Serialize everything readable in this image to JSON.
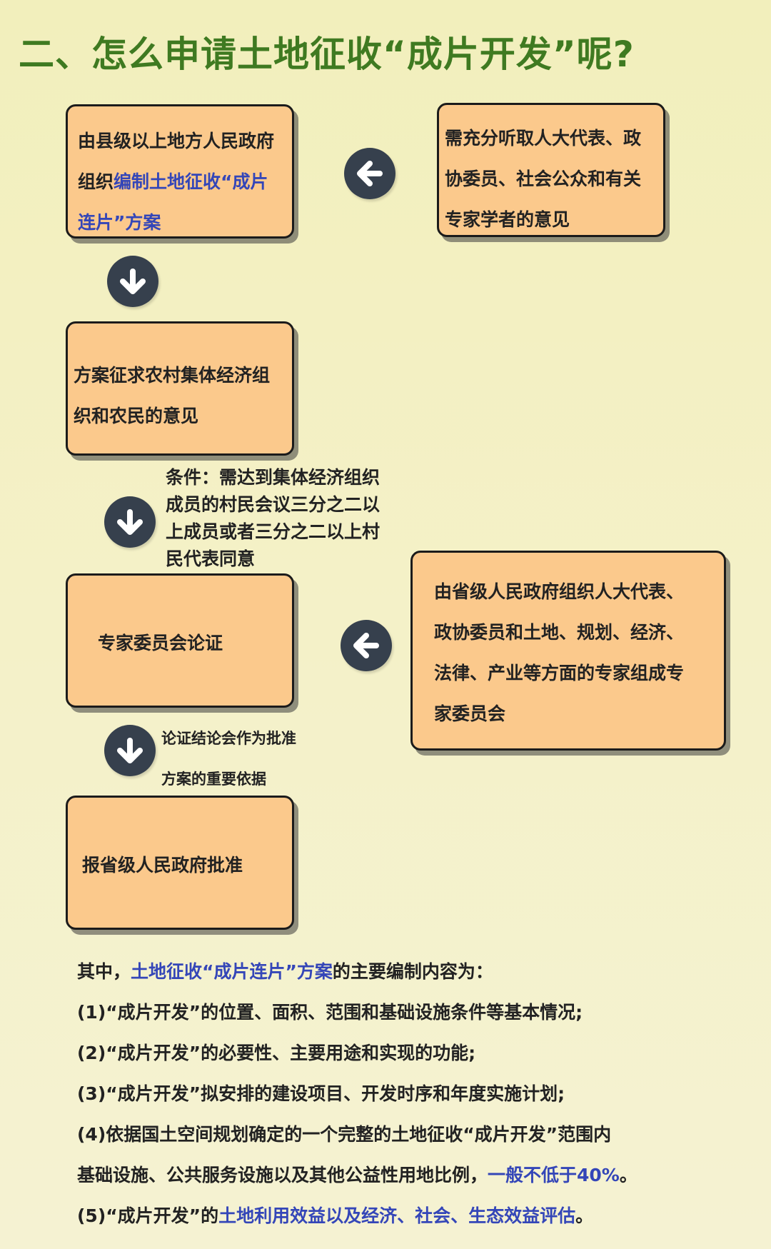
{
  "title": "二、怎么申请土地征收“成片开发”呢?",
  "boxes": {
    "box1": {
      "line1": "由县级以上地方人民政府",
      "line2_prefix": "组织",
      "line2_highlight": "编制土地征收“成片",
      "line3_highlight": "连片”方案"
    },
    "box2": {
      "line1": "需充分听取人大代表、政",
      "line2": "协委员、社会公众和有关",
      "line3": "专家学者的意见"
    },
    "box3": {
      "line1": "方案征求农村集体经济组",
      "line2": "织和农民的意见"
    },
    "box4": {
      "text": "专家委员会论证"
    },
    "box5": {
      "line1": "由省级人民政府组织人大代表、",
      "line2": "政协委员和土地、规划、经济、",
      "line3": "法律、产业等方面的专家组成专",
      "line4": "家委员会"
    },
    "box6": {
      "text": "报省级人民政府批准"
    }
  },
  "notes": {
    "condition": {
      "line1": "条件：需达到集体经济组织",
      "line2": "成员的村民会议三分之二以",
      "line3": "上成员或者三分之二以上村",
      "line4": "民代表同意"
    },
    "conclusion": {
      "line1": "论证结论会作为批准",
      "line2": "方案的重要依据"
    }
  },
  "icons": {
    "left_arrow": "arrow-left-circle-icon",
    "down_arrow": "arrow-down-circle-icon"
  },
  "content": {
    "intro_prefix": "其中，",
    "intro_highlight": "土地征收“成片连片”方案",
    "intro_suffix": "的主要编制内容为：",
    "item1": "(1)“成片开发”的位置、面积、范围和基础设施条件等基本情况;",
    "item2": "(2)“成片开发”的必要性、主要用途和实现的功能;",
    "item3": "(3)“成片开发”拟安排的建设项目、开发时序和年度实施计划;",
    "item4_line1": "(4)依据国土空间规划确定的一个完整的土地征收“成片开发”范围内",
    "item4_line2_prefix": "基础设施、公共服务设施以及其他公益性用地比例，",
    "item4_line2_highlight": "一般不低于40%",
    "item4_line2_suffix": "。",
    "item5_prefix": "(5)“成片开发”的",
    "item5_highlight": "土地利用效益以及经济、社会、生态效益评估",
    "item5_suffix": "。"
  },
  "colors": {
    "title": "#3f7a21",
    "box_fill": "#fbc98c",
    "box_border": "#1b1b1b",
    "highlight": "#3446b8",
    "icon_circle": "#36404d"
  }
}
